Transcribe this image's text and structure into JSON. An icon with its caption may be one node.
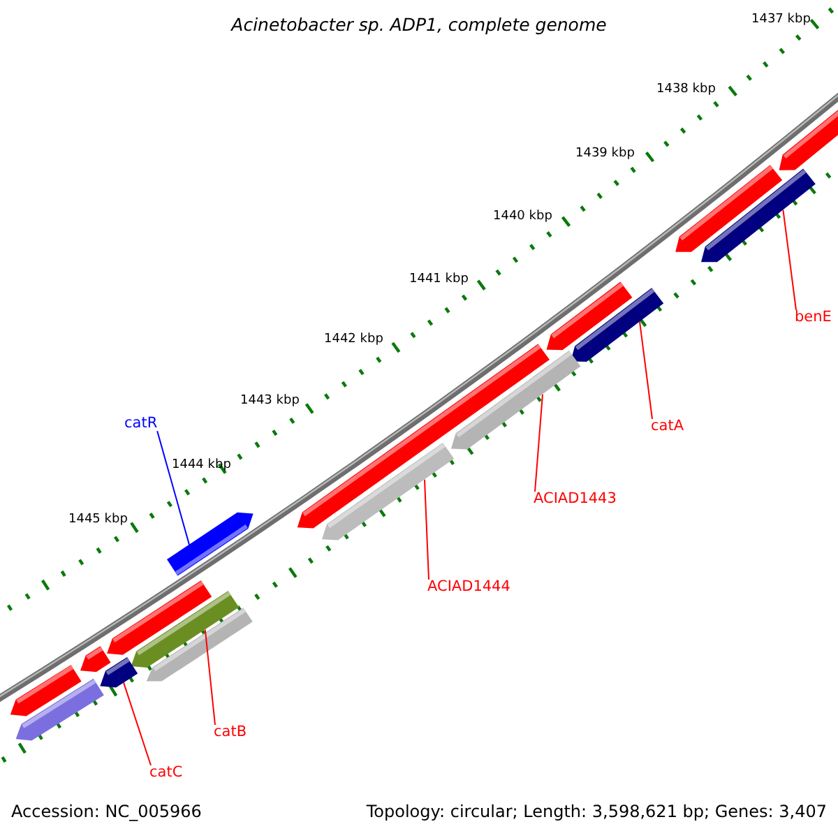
{
  "diagram": {
    "title": "Acinetobacter sp. ADP1, complete genome",
    "nodes": [
      {
        "text": [
          "catR"
        ]
      },
      {
        "text": [],
        "shape": "bar"
      },
      {
        "text": [
          "benE"
        ]
      },
      {
        "text": [],
        "shape": "bar"
      },
      {
        "text": [
          "catA"
        ]
      },
      {
        "text": [],
        "shape": "bar"
      },
      {
        "text": [
          "ACIAD1443"
        ]
      },
      {
        "text": [],
        "shape": "bar"
      },
      {
        "text": [
          "ACIAD1444"
        ]
      },
      {
        "text": [],
        "shape": "bar"
      },
      {
        "text": [
          "catB"
        ]
      },
      {
        "text": [],
        "shape": "bar"
      },
      {
        "text": [
          "catC"
        ]
      },
      {
        "text": [],
        "shape": "bar"
      }
    ],
    "edges": [
      {
        "from": 0,
        "to": 1,
        "arrow": "none",
        "color": "#0000ff"
      },
      {
        "from": 2,
        "to": 3,
        "arrow": "none"
      },
      {
        "from": 4,
        "to": 5,
        "arrow": "none"
      },
      {
        "from": 6,
        "to": 7,
        "arrow": "none"
      },
      {
        "from": 8,
        "to": 9,
        "arrow": "none"
      },
      {
        "from": 10,
        "to": 11,
        "arrow": "none"
      },
      {
        "from": 12,
        "to": 13,
        "arrow": "none"
      }
    ],
    "labels": [
      "1437 kbp",
      "1438 kbp",
      "1439 kbp",
      "1440 kbp",
      "1441 kbp",
      "1442 kbp",
      "1443 kbp",
      "1444 kbp",
      "1445 kbp",
      "Accession: NC_005966",
      "Topology: circular; Length: 3,598,621 bp; Genes: 3,407"
    ]
  }
}
